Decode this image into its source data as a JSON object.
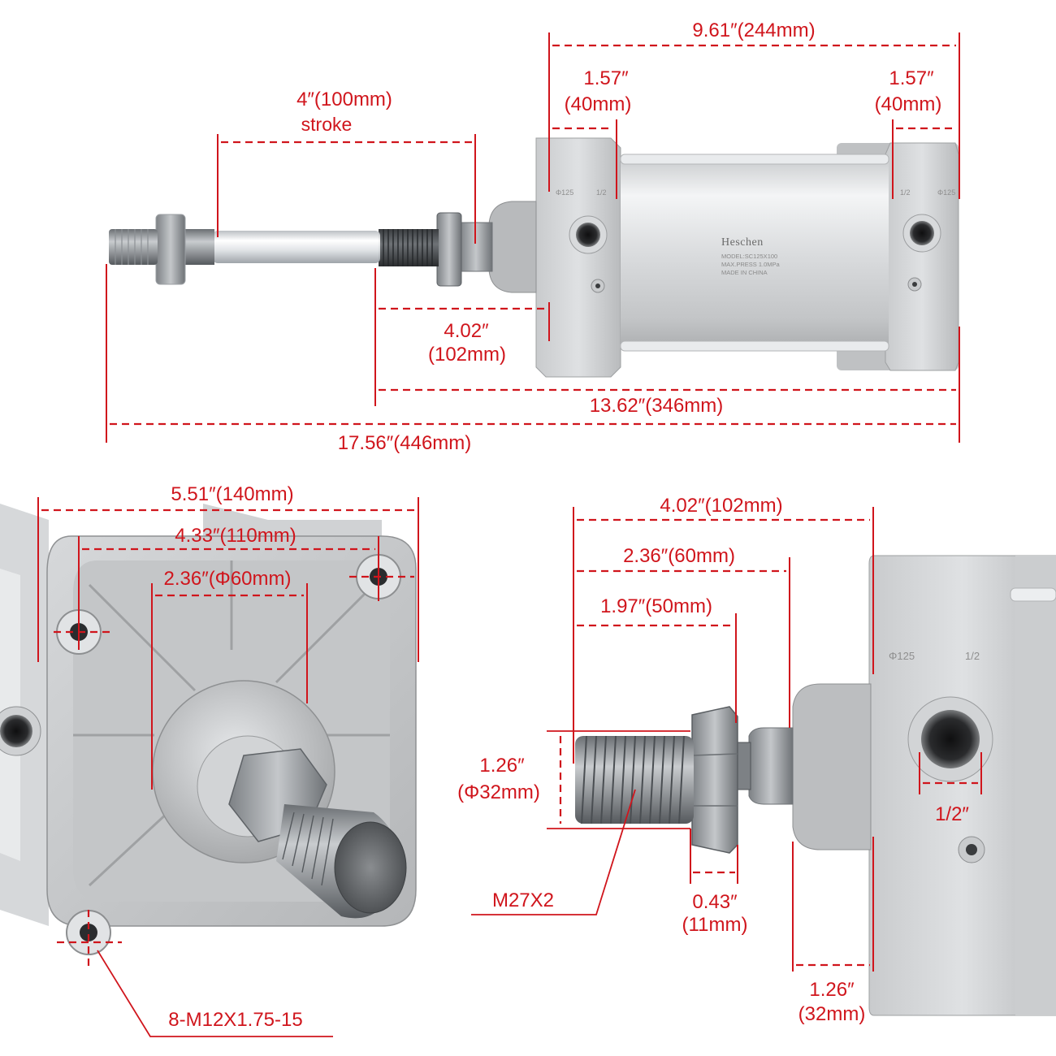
{
  "top_view": {
    "overall_length": "17.56″(446mm)",
    "body_length": "13.62″(346mm)",
    "cylinder_length": "9.61″(244mm)",
    "stroke_value": "4″(100mm)",
    "stroke_label": "stroke",
    "end_cap_left_in": "1.57″",
    "end_cap_left_mm": "(40mm)",
    "end_cap_right_in": "1.57″",
    "end_cap_right_mm": "(40mm)",
    "rod_extension_in": "4.02″",
    "rod_extension_mm": "(102mm)",
    "brand": "Heschen",
    "model": "MODEL:SC125X100",
    "max_press": "MAX.PRESS    1.0MPa",
    "origin": "MADE IN CHINA",
    "bore_stamp": "Φ125",
    "port_stamp": "1/2"
  },
  "front_view": {
    "width": "5.51″(140mm)",
    "bolt_spacing": "4.33″(110mm)",
    "boss_diameter": "2.36″(Φ60mm)",
    "mount_threads": "8-M12X1.75-15"
  },
  "side_view": {
    "rod_to_face": "4.02″(102mm)",
    "rod_to_boss": "2.36″(60mm)",
    "thread_length": "1.97″(50mm)",
    "thread_diameter_in": "1.26″",
    "thread_diameter_mm": "(Φ32mm)",
    "thread_spec": "M27X2",
    "nut_width_in": "0.43″",
    "nut_width_mm": "(11mm)",
    "port_size": "1/2″",
    "boss_length_in": "1.26″",
    "boss_length_mm": "(32mm)",
    "bore_stamp": "Φ125",
    "port_stamp": "1/2"
  }
}
